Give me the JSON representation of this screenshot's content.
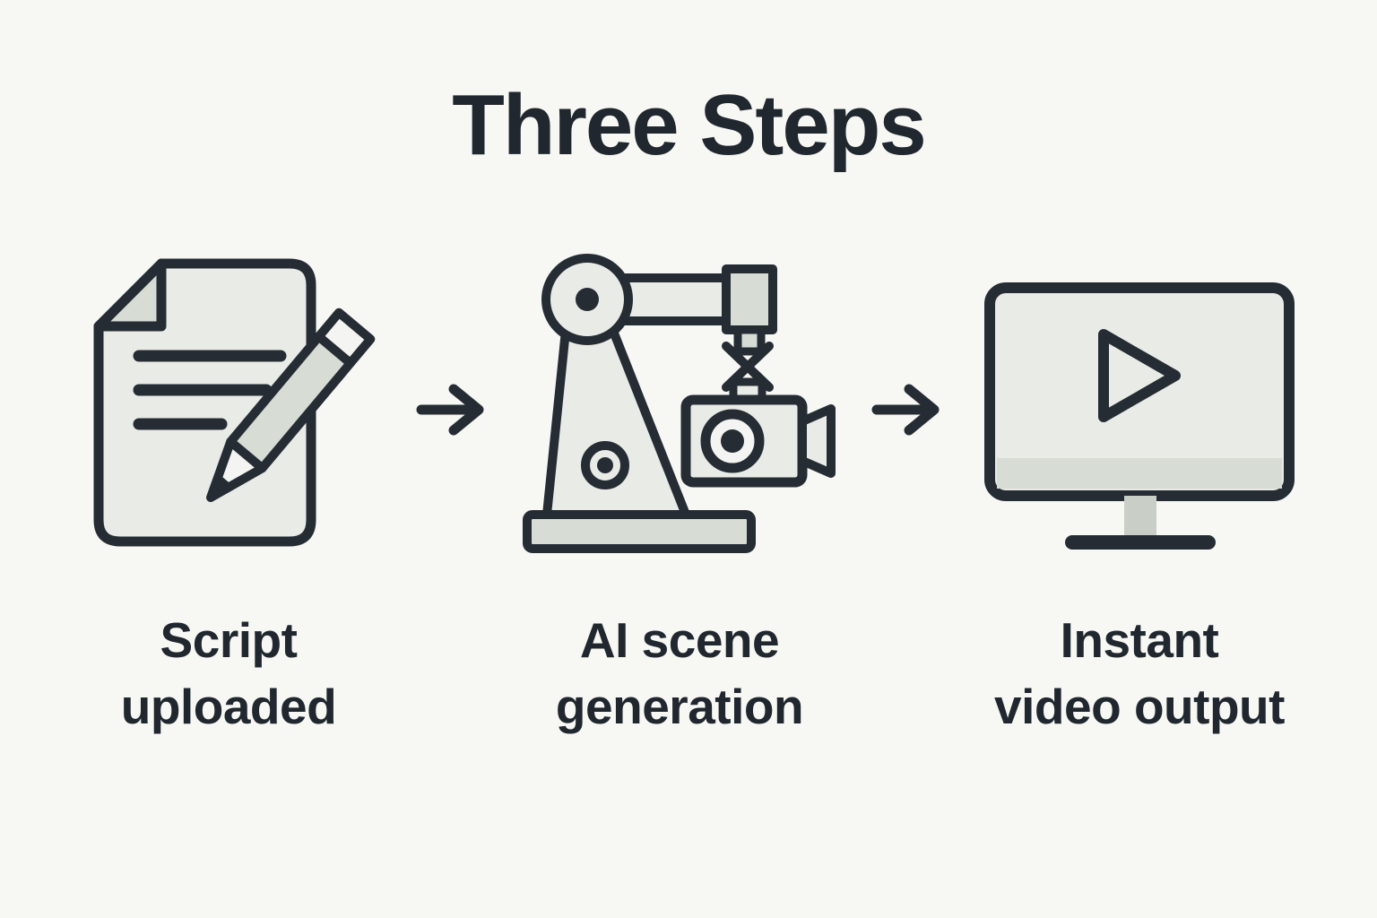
{
  "title": "Three Steps",
  "steps": [
    {
      "name": "script-uploaded",
      "line1": "Script",
      "line2": "uploaded",
      "icon": "document-pencil-icon"
    },
    {
      "name": "ai-scene-generation",
      "line1": "AI scene",
      "line2": "generation",
      "icon": "robot-arm-camera-icon"
    },
    {
      "name": "instant-video-output",
      "line1": "Instant",
      "line2": "video output",
      "icon": "monitor-play-icon"
    }
  ],
  "connectors": [
    {
      "icon": "right-arrow-icon"
    },
    {
      "icon": "right-arrow-icon"
    }
  ],
  "colors": {
    "background": "#f7f8f4",
    "outline": "#262c34",
    "text": "#21272f",
    "icon_fill": "#e9ebe6",
    "icon_fill_dark": "#d7dcd4",
    "icon_fill_light": "#f4f5f2"
  }
}
